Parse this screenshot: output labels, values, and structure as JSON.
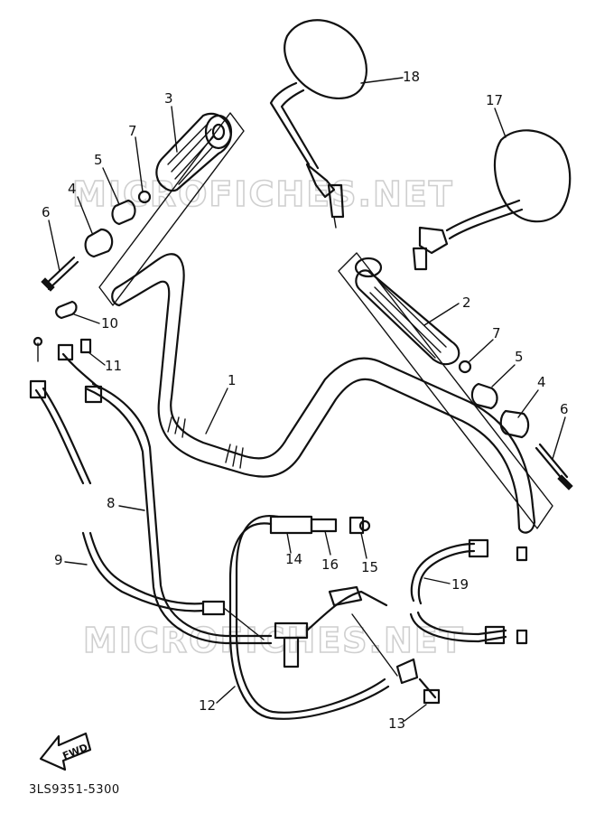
{
  "callouts": [
    {
      "id": "c1",
      "label": "1"
    },
    {
      "id": "c2",
      "label": "2"
    },
    {
      "id": "c3",
      "label": "3"
    },
    {
      "id": "c4l",
      "label": "4"
    },
    {
      "id": "c4r",
      "label": "4"
    },
    {
      "id": "c5l",
      "label": "5"
    },
    {
      "id": "c5r",
      "label": "5"
    },
    {
      "id": "c6l",
      "label": "6"
    },
    {
      "id": "c6r",
      "label": "6"
    },
    {
      "id": "c7l",
      "label": "7"
    },
    {
      "id": "c7r",
      "label": "7"
    },
    {
      "id": "c8",
      "label": "8"
    },
    {
      "id": "c9",
      "label": "9"
    },
    {
      "id": "c10",
      "label": "10"
    },
    {
      "id": "c11",
      "label": "11"
    },
    {
      "id": "c12",
      "label": "12"
    },
    {
      "id": "c13",
      "label": "13"
    },
    {
      "id": "c14",
      "label": "14"
    },
    {
      "id": "c15",
      "label": "15"
    },
    {
      "id": "c16",
      "label": "16"
    },
    {
      "id": "c17",
      "label": "17"
    },
    {
      "id": "c18",
      "label": "18"
    },
    {
      "id": "c19",
      "label": "19"
    }
  ],
  "watermark": {
    "top": "MICROFICHES.NET",
    "bottom": "MICROFICHES.NET"
  },
  "fwd_label": "FWD",
  "diagram_code": "3LS9351-5300"
}
